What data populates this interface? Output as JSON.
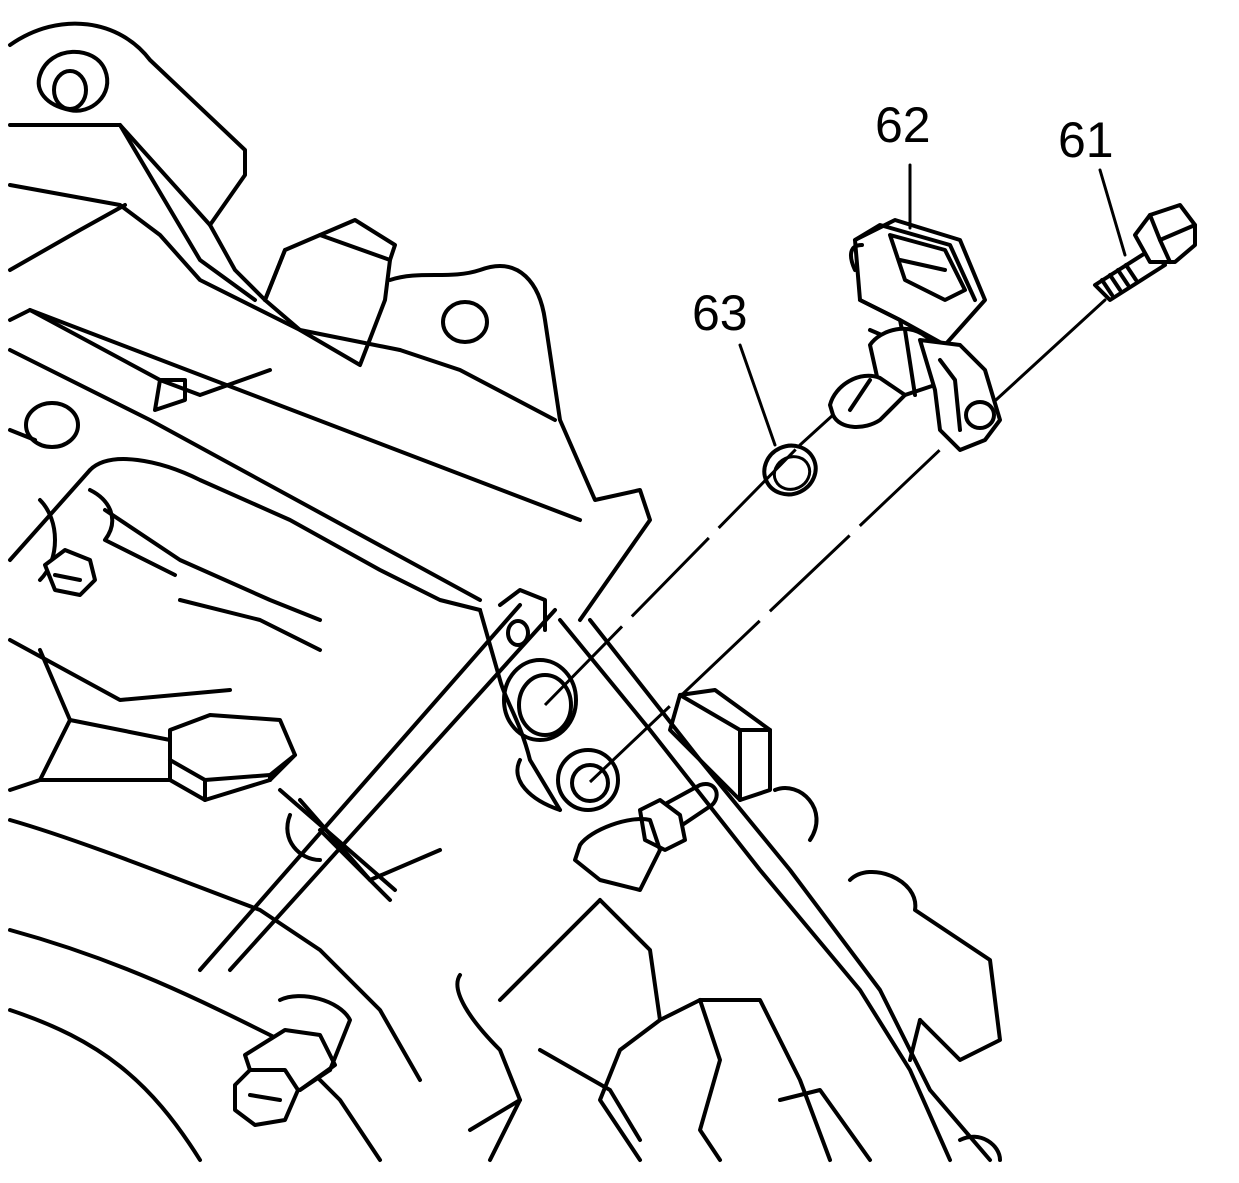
{
  "callouts": [
    {
      "id": "61",
      "label": "61"
    },
    {
      "id": "62",
      "label": "62"
    },
    {
      "id": "63",
      "label": "63"
    }
  ],
  "colors": {
    "line": "#000000",
    "background": "#ffffff"
  }
}
